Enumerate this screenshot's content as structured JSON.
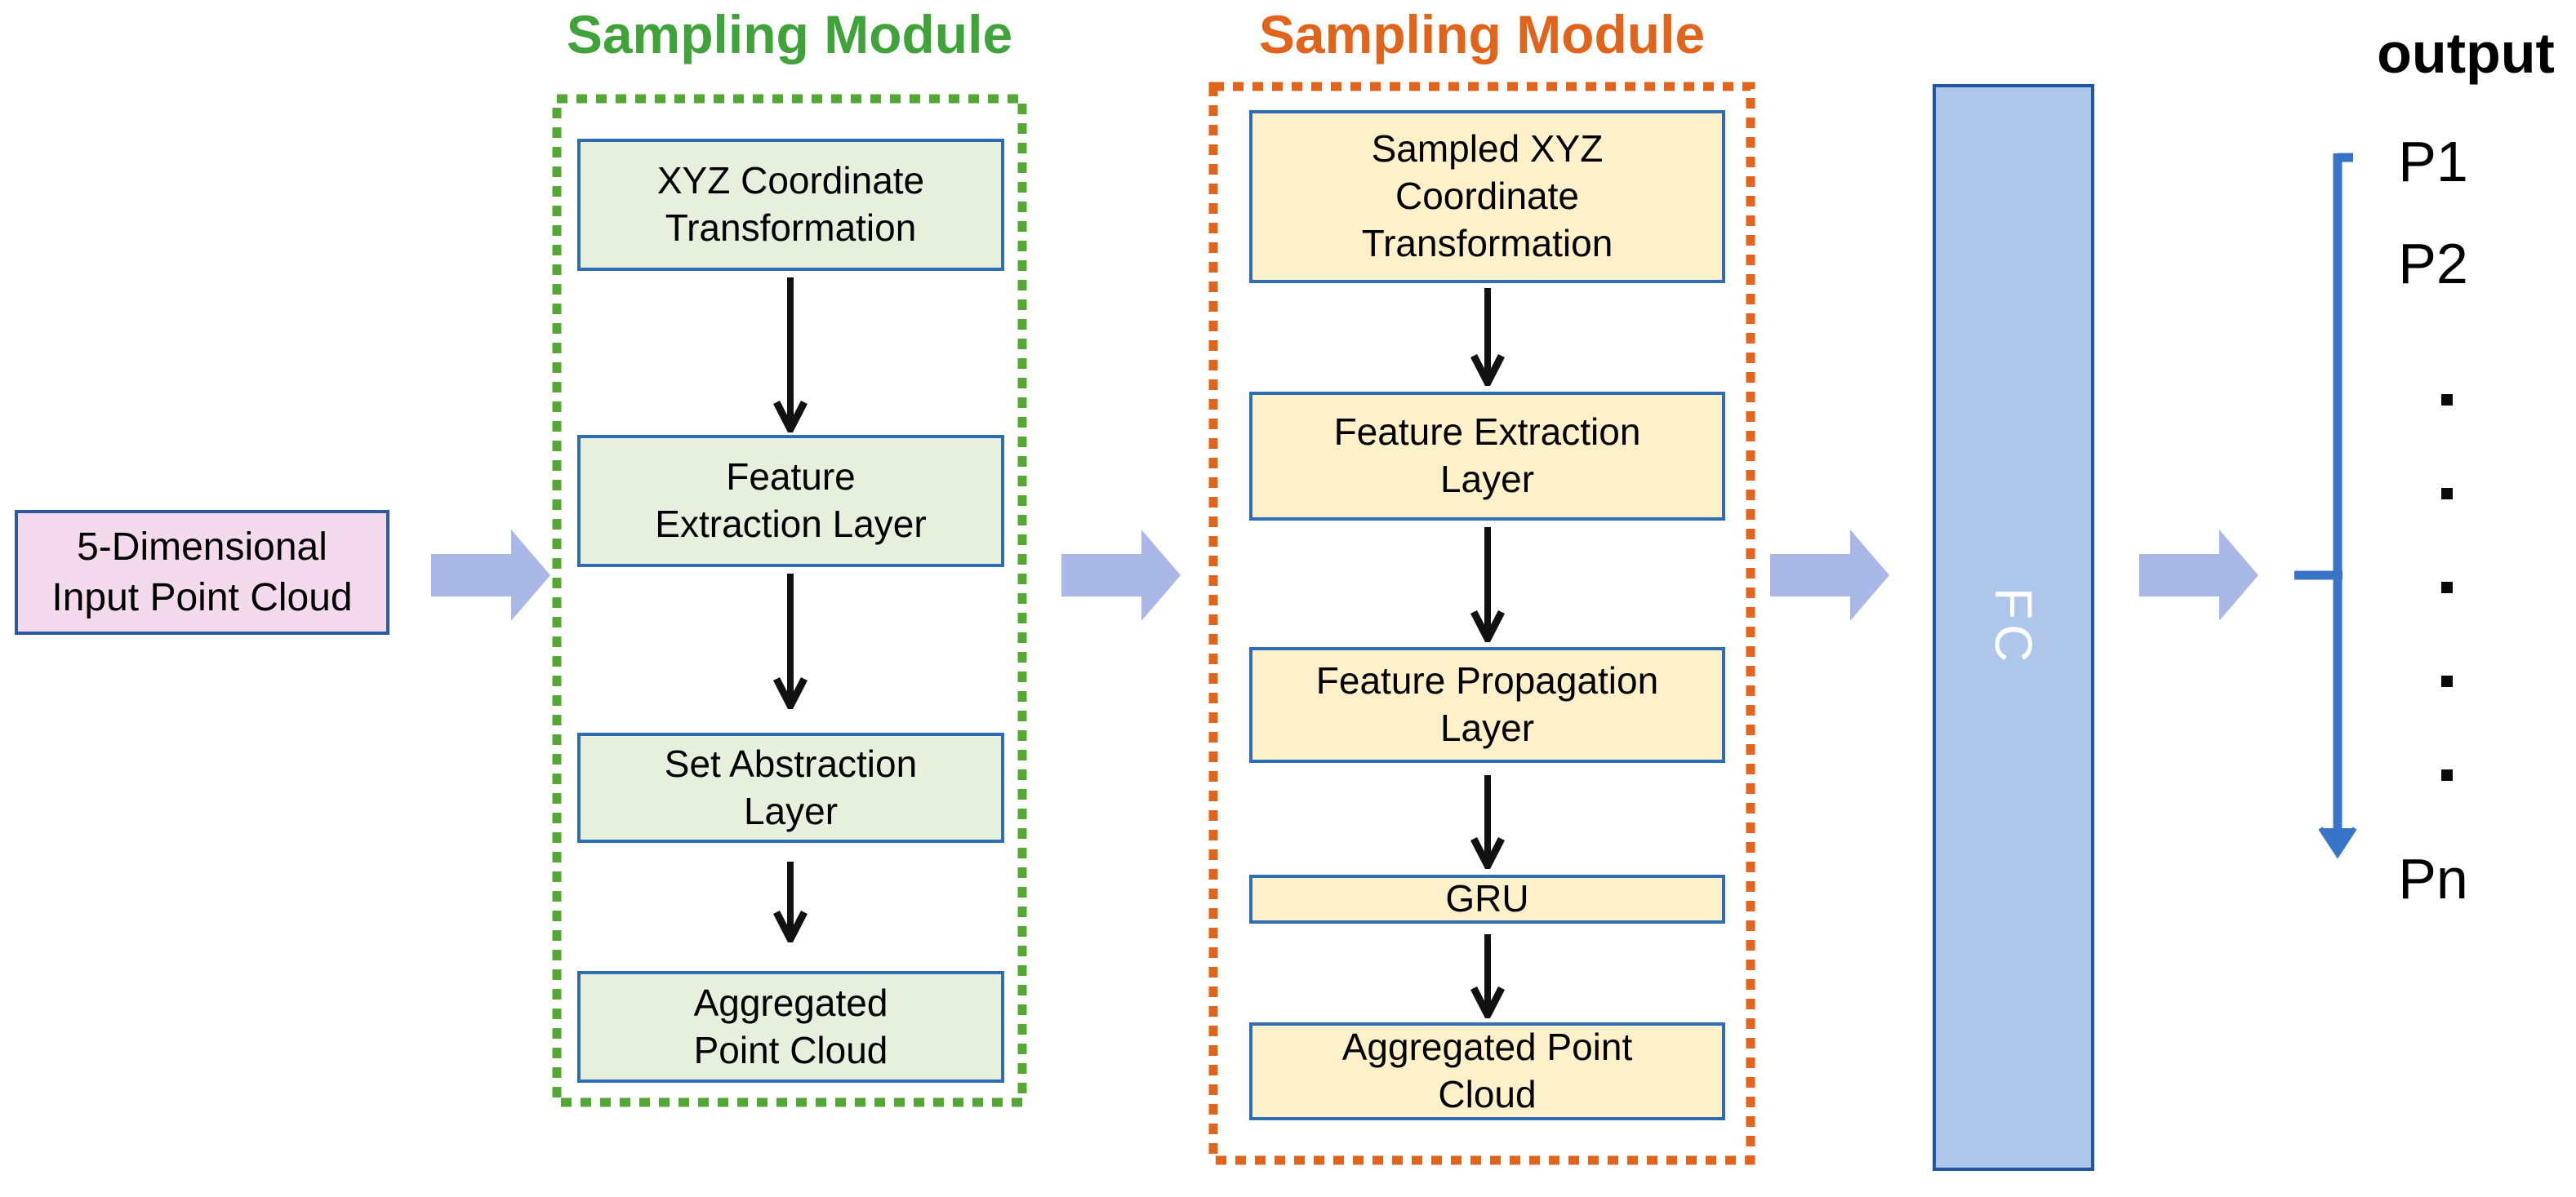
{
  "input_box": {
    "text": "5-Dimensional\nInput Point Cloud"
  },
  "green_module": {
    "title": "Sampling Module",
    "boxes": [
      {
        "text": "XYZ Coordinate\nTransformation"
      },
      {
        "text": "Feature\nExtraction Layer"
      },
      {
        "text": "Set Abstraction\nLayer"
      },
      {
        "text": "Aggregated\nPoint Cloud"
      }
    ]
  },
  "orange_module": {
    "title": "Sampling Module",
    "boxes": [
      {
        "text": "Sampled XYZ\nCoordinate\nTransformation"
      },
      {
        "text": "Feature Extraction\nLayer"
      },
      {
        "text": "Feature Propagation\nLayer"
      },
      {
        "text": "GRU"
      },
      {
        "text": "Aggregated  Point\nCloud"
      }
    ]
  },
  "fc": {
    "label": "FC"
  },
  "output": {
    "title": "output",
    "p_first": "P1",
    "p_second": "P2",
    "dots_count": 5,
    "p_last": "Pn"
  },
  "colors": {
    "green-accent": "#3FA33A",
    "green-fill": "#E6F0DC",
    "orange-accent": "#E0641B",
    "yellow-fill": "#FEF1C9",
    "box-border": "#2E6DB4",
    "pink-fill": "#F3DAEC",
    "pink-border": "#2C5AA0",
    "fc-fill": "#AEC6E9",
    "fc-border": "#1F56A3",
    "arrow-fill": "#A9B8E6",
    "bracket-blue": "#3875C8",
    "text-black": "#000000"
  }
}
